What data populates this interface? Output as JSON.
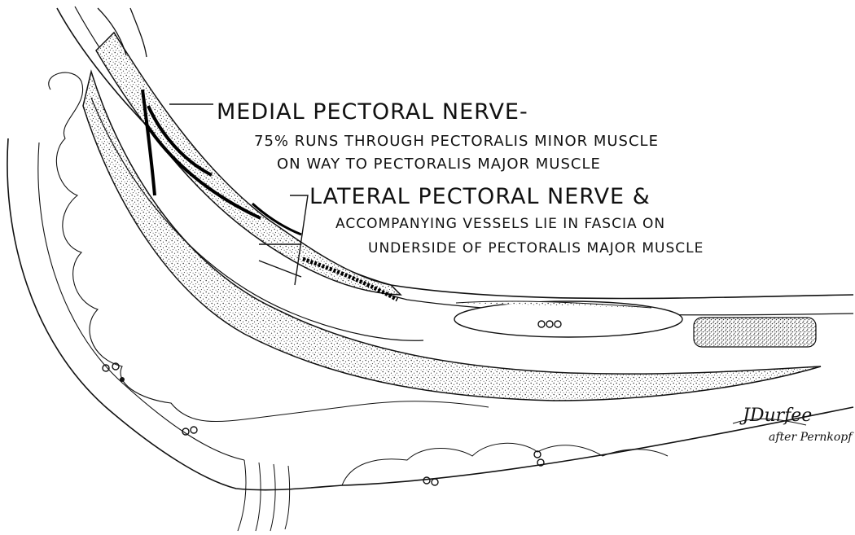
{
  "labels": {
    "medial_title": "MEDIAL PECTORAL NERVE-",
    "medial_line1": "75% RUNS THROUGH PECTORALIS MINOR MUSCLE",
    "medial_line2": "ON WAY TO PECTORALIS MAJOR MUSCLE",
    "lateral_title": "LATERAL PECTORAL NERVE &",
    "lateral_line1": "ACCOMPANYING VESSELS LIE IN FASCIA ON",
    "lateral_line2": "UNDERSIDE OF PECTORALIS MAJOR MUSCLE"
  },
  "signature": {
    "line1": "JDurfee",
    "line2": "after Pernkopf"
  },
  "colors": {
    "ink": "#111111",
    "stipple": "#4a4a4a",
    "paper": "#ffffff"
  }
}
